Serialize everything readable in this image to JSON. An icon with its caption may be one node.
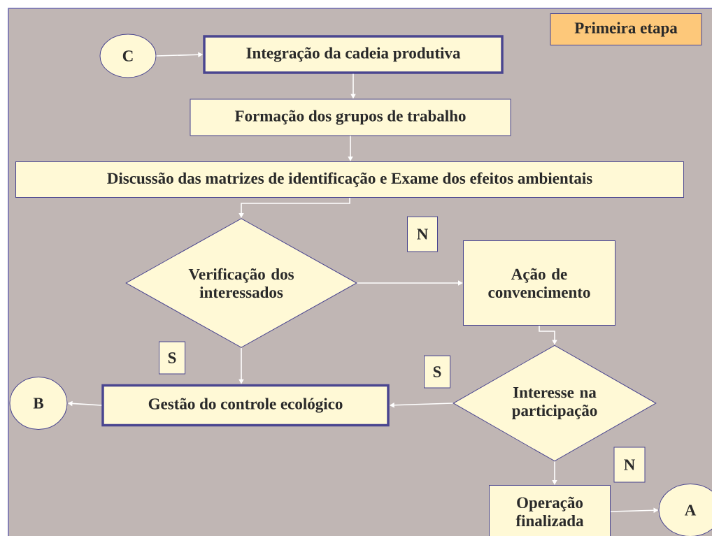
{
  "diagram": {
    "nodes": [
      {
        "text": [
          "Primeira etapa"
        ]
      },
      {
        "text": [
          "C"
        ]
      },
      {
        "text": [
          "Integração da cadeia produtiva"
        ]
      },
      {
        "text": [
          "Formação dos grupos de trabalho"
        ]
      },
      {
        "text": [
          "Discussão das matrizes de identificação e Exame dos efeitos ambientais"
        ]
      },
      {
        "text": [
          "Verificação dos interessados"
        ]
      },
      {
        "text": [
          "N"
        ]
      },
      {
        "text": [
          "Ação de convencimento"
        ]
      },
      {
        "text": [
          "S"
        ]
      },
      {
        "text": [
          "S"
        ]
      },
      {
        "text": [
          "B"
        ]
      },
      {
        "text": [
          "Gestão do controle ecológico"
        ]
      },
      {
        "text": [
          "Interesse na participação"
        ]
      },
      {
        "text": [
          "N"
        ]
      },
      {
        "text": [
          "Operação finalizada"
        ]
      },
      {
        "text": [
          "A"
        ]
      }
    ],
    "edges": [
      {
        "from": 1,
        "to": 2,
        "arrow": "to"
      },
      {
        "from": 2,
        "to": 3,
        "arrow": "to"
      },
      {
        "from": 3,
        "to": 4,
        "arrow": "to"
      },
      {
        "from": 4,
        "to": 5,
        "arrow": "to"
      },
      {
        "from": 5,
        "to": 7,
        "arrow": "to"
      },
      {
        "from": 5,
        "to": 11,
        "arrow": "to"
      },
      {
        "from": 7,
        "to": 12,
        "arrow": "to"
      },
      {
        "from": 12,
        "to": 11,
        "arrow": "to"
      },
      {
        "from": 11,
        "to": 10,
        "arrow": "to"
      },
      {
        "from": 12,
        "to": 14,
        "arrow": "to"
      },
      {
        "from": 14,
        "to": 15,
        "arrow": "to"
      }
    ]
  }
}
